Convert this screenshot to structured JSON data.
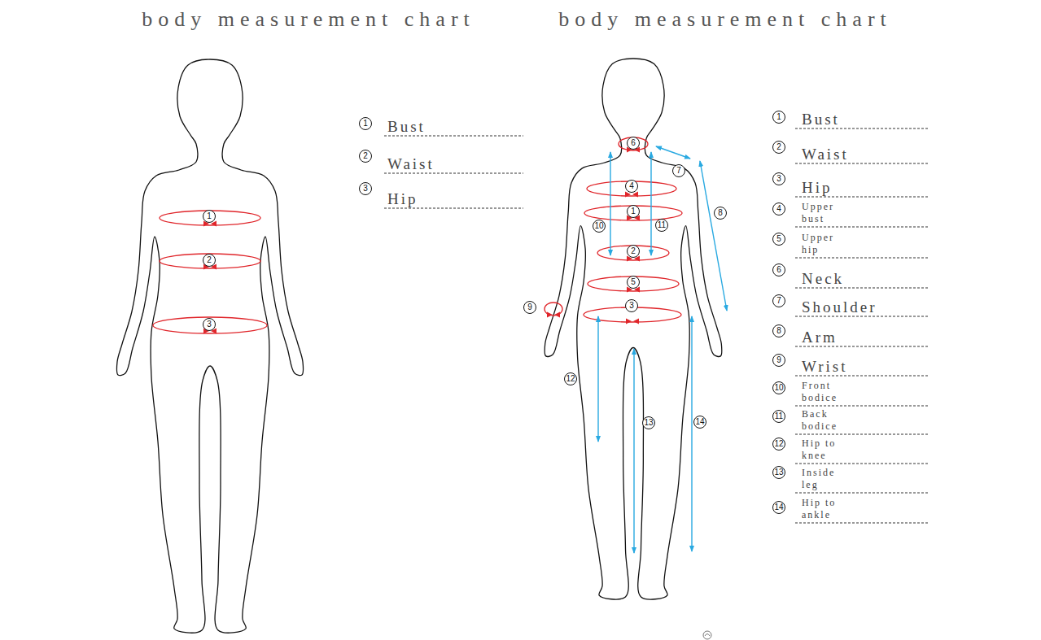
{
  "diagram": {
    "title": "body measurement chart",
    "labels": [
      "body measurement chart",
      "1",
      "Bust",
      "2",
      "Waist",
      "3",
      "Hip",
      "1",
      "2",
      "3",
      "1",
      "Bust",
      "2",
      "Waist",
      "3",
      "Hip",
      "4",
      "Upper bust",
      "5",
      "Upper hip",
      "6",
      "Neck",
      "7",
      "Shoulder",
      "8",
      "Arm",
      "9",
      "Wrist",
      "10",
      "Front bodice",
      "11",
      "Back bodice",
      "12",
      "Hip to knee",
      "13",
      "Inside leg",
      "14",
      "Hip to ankle",
      "6",
      "7",
      "8",
      "4",
      "1",
      "10",
      "11",
      "2",
      "5",
      "9",
      "3",
      "12",
      "13",
      "14"
    ]
  }
}
